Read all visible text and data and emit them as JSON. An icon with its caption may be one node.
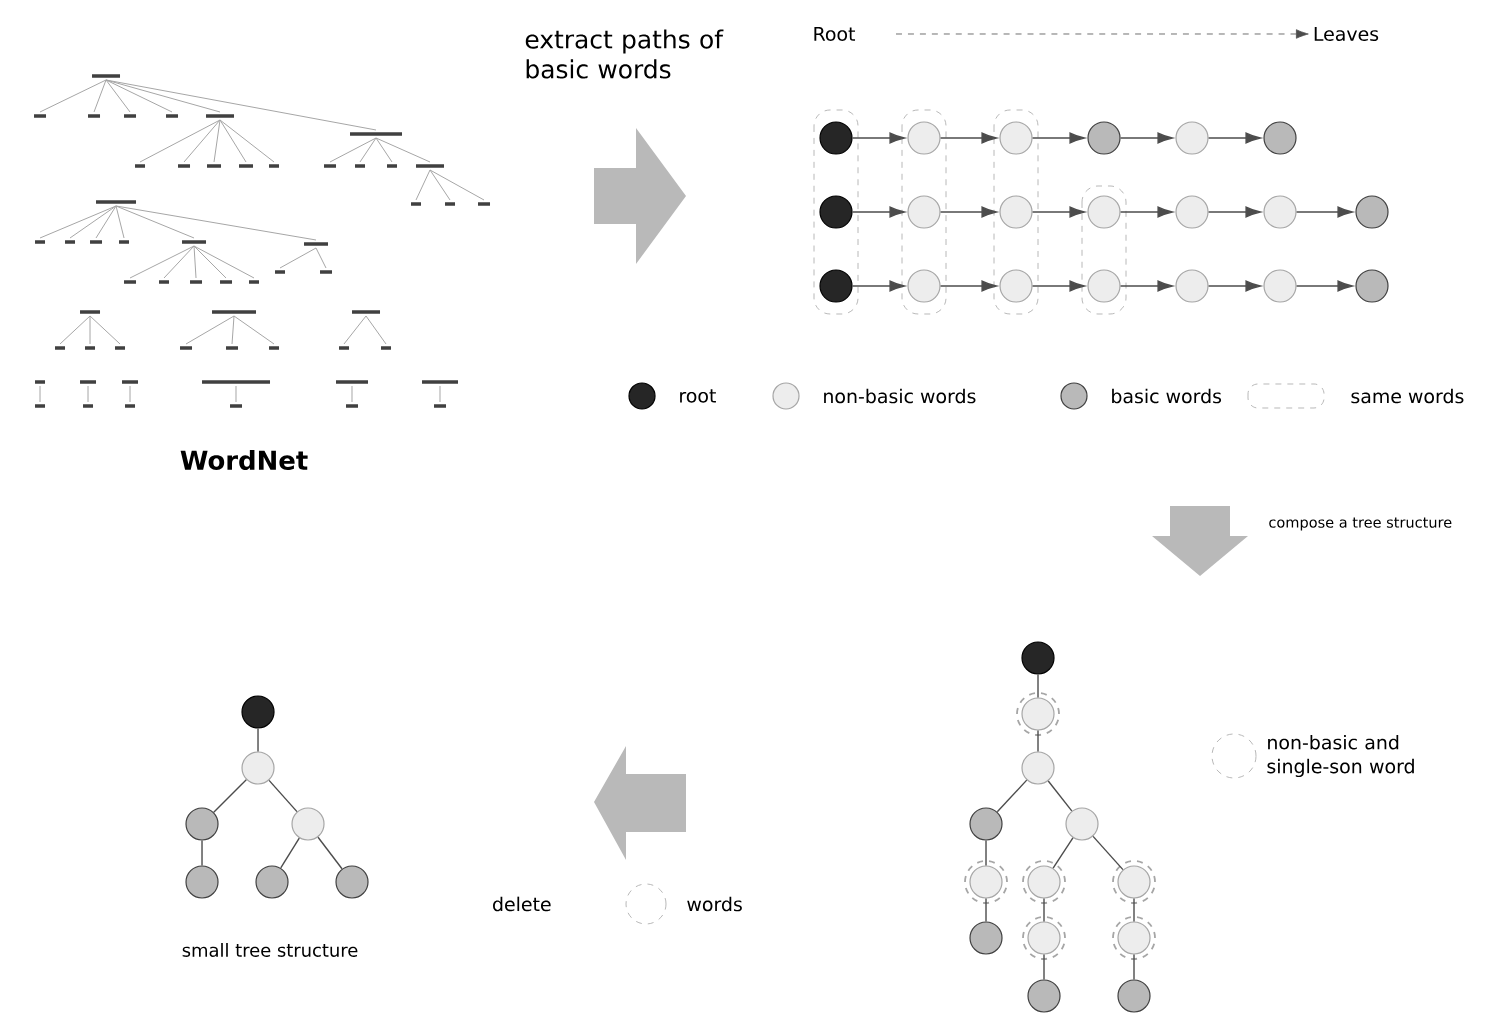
{
  "diagram": {
    "nodes": [
      {
        "text": [],
        "shape": "circle"
      },
      {
        "text": [],
        "shape": "circle"
      },
      {
        "text": [],
        "shape": "circle"
      },
      {
        "text": [],
        "shape": "circle"
      },
      {
        "text": [],
        "shape": "circle"
      },
      {
        "text": [],
        "shape": "circle"
      },
      {
        "text": [],
        "shape": "circle"
      },
      {
        "text": [],
        "shape": "circle"
      },
      {
        "text": [],
        "shape": "circle"
      },
      {
        "text": [],
        "shape": "circle"
      },
      {
        "text": [],
        "shape": "circle"
      },
      {
        "text": [],
        "shape": "circle"
      },
      {
        "text": [],
        "shape": "circle"
      },
      {
        "text": [],
        "shape": "circle"
      },
      {
        "text": [],
        "shape": "circle"
      },
      {
        "text": [],
        "shape": "circle"
      },
      {
        "text": [],
        "shape": "circle"
      },
      {
        "text": [],
        "shape": "circle"
      },
      {
        "text": [],
        "shape": "circle"
      },
      {
        "text": [],
        "shape": "circle"
      },
      {
        "text": [],
        "shape": "circle"
      },
      {
        "text": [],
        "shape": "circle"
      },
      {
        "text": [],
        "shape": "circle"
      },
      {
        "text": [],
        "shape": "circle"
      },
      {
        "text": [],
        "shape": "circle"
      },
      {
        "text": [],
        "shape": "circle"
      },
      {
        "text": [],
        "shape": "circle"
      },
      {
        "text": [],
        "shape": "circle"
      },
      {
        "text": [],
        "shape": "circle"
      },
      {
        "text": [],
        "shape": "circle"
      },
      {
        "text": [],
        "shape": "circle"
      },
      {
        "text": [],
        "shape": "circle"
      },
      {
        "text": [],
        "shape": "circle"
      },
      {
        "text": [],
        "shape": "circle"
      },
      {
        "text": [],
        "shape": "circle"
      },
      {
        "text": [],
        "shape": "circle"
      },
      {
        "text": [],
        "shape": "circle"
      },
      {
        "text": [],
        "shape": "circle"
      },
      {
        "text": [],
        "shape": "circle"
      },
      {
        "text": [],
        "shape": "circle"
      }
    ],
    "edges": [
      {
        "from": 0,
        "to": 1,
        "arrow": "to"
      },
      {
        "from": 1,
        "to": 2,
        "arrow": "to"
      },
      {
        "from": 2,
        "to": 3,
        "arrow": "to"
      },
      {
        "from": 3,
        "to": 4,
        "arrow": "to"
      },
      {
        "from": 4,
        "to": 5,
        "arrow": "to"
      },
      {
        "from": 6,
        "to": 7,
        "arrow": "to"
      },
      {
        "from": 7,
        "to": 8,
        "arrow": "to"
      },
      {
        "from": 8,
        "to": 9,
        "arrow": "to"
      },
      {
        "from": 9,
        "to": 10,
        "arrow": "to"
      },
      {
        "from": 10,
        "to": 11,
        "arrow": "to"
      },
      {
        "from": 11,
        "to": 12,
        "arrow": "to"
      },
      {
        "from": 13,
        "to": 14,
        "arrow": "to"
      },
      {
        "from": 14,
        "to": 15,
        "arrow": "to"
      },
      {
        "from": 15,
        "to": 16,
        "arrow": "to"
      },
      {
        "from": 16,
        "to": 17,
        "arrow": "to"
      },
      {
        "from": 17,
        "to": 18,
        "arrow": "to"
      },
      {
        "from": 18,
        "to": 19,
        "arrow": "to"
      },
      {
        "from": 20,
        "to": 21,
        "arrow": "none"
      },
      {
        "from": 21,
        "to": 22,
        "arrow": "none"
      },
      {
        "from": 22,
        "to": 23,
        "arrow": "none"
      },
      {
        "from": 22,
        "to": 24,
        "arrow": "none"
      },
      {
        "from": 23,
        "to": 25,
        "arrow": "none"
      },
      {
        "from": 25,
        "to": 28,
        "arrow": "none"
      },
      {
        "from": 24,
        "to": 26,
        "arrow": "none"
      },
      {
        "from": 24,
        "to": 27,
        "arrow": "none"
      },
      {
        "from": 26,
        "to": 29,
        "arrow": "none"
      },
      {
        "from": 27,
        "to": 30,
        "arrow": "none"
      },
      {
        "from": 29,
        "to": 31,
        "arrow": "none"
      },
      {
        "from": 30,
        "to": 32,
        "arrow": "none"
      },
      {
        "from": 33,
        "to": 34,
        "arrow": "none"
      },
      {
        "from": 34,
        "to": 35,
        "arrow": "none"
      },
      {
        "from": 34,
        "to": 36,
        "arrow": "none"
      },
      {
        "from": 35,
        "to": 37,
        "arrow": "none"
      },
      {
        "from": 36,
        "to": 38,
        "arrow": "none"
      },
      {
        "from": 36,
        "to": 39,
        "arrow": "none"
      }
    ],
    "labels": [
      "extract paths of basic words",
      "Root",
      "Leaves",
      "WordNet",
      "compose a tree structure",
      "delete",
      "words",
      "small tree structure"
    ],
    "legend": [
      {
        "text": "root"
      },
      {
        "text": "non-basic words"
      },
      {
        "text": "basic words"
      },
      {
        "text": "same words"
      },
      {
        "text": "non-basic and single-son word"
      }
    ]
  }
}
